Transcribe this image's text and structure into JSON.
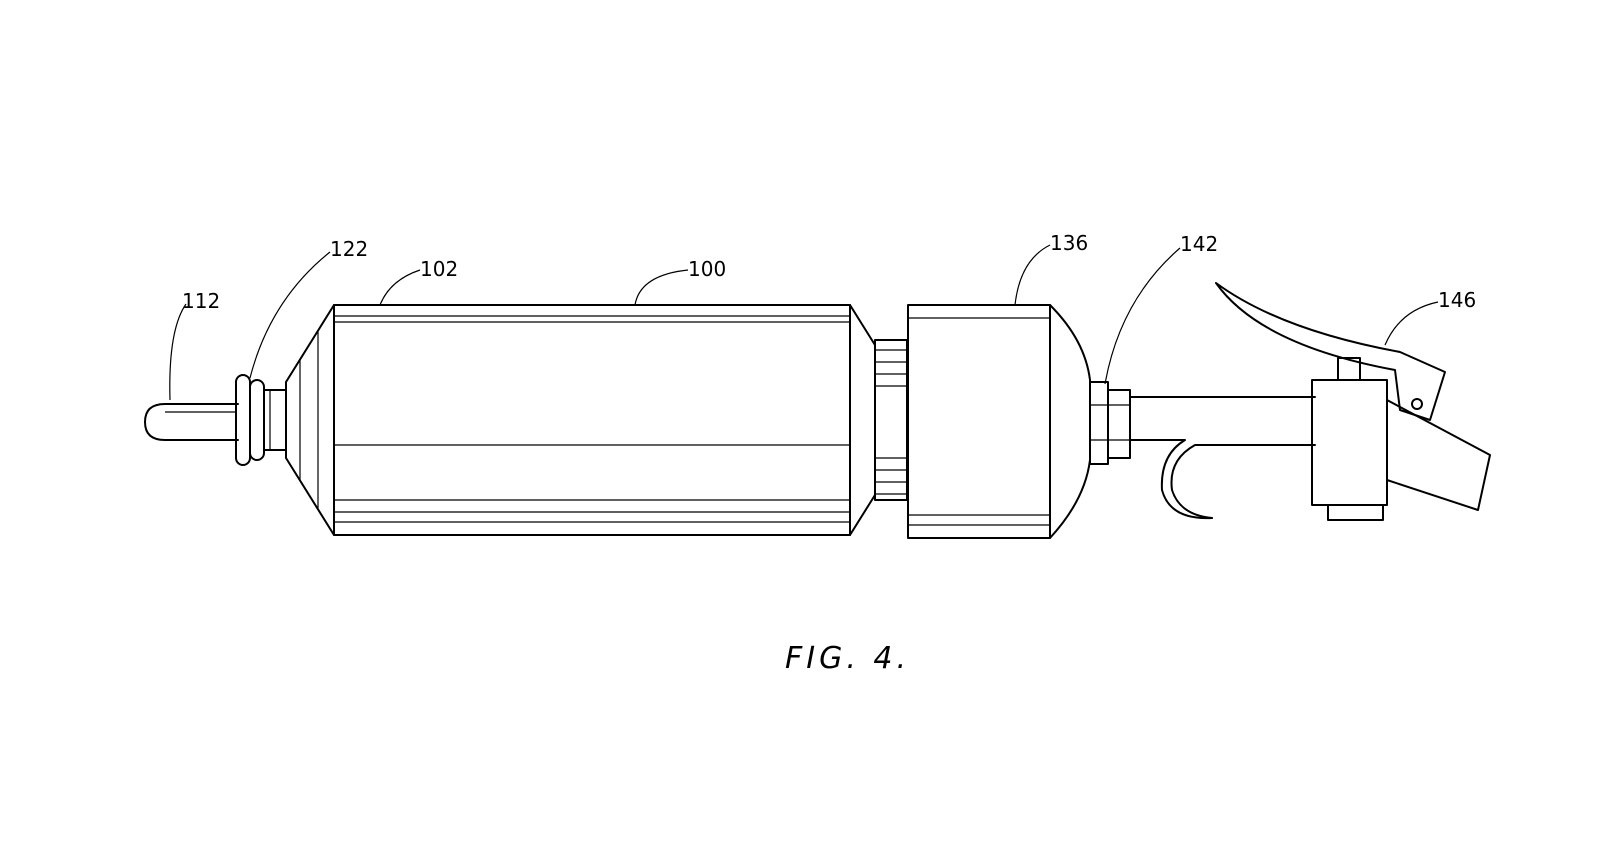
{
  "figure": {
    "caption": "FIG. 4.",
    "labels": {
      "tip": "112",
      "ring": "122",
      "cone": "102",
      "body": "100",
      "cap": "136",
      "nut": "142",
      "lever": "146"
    }
  }
}
